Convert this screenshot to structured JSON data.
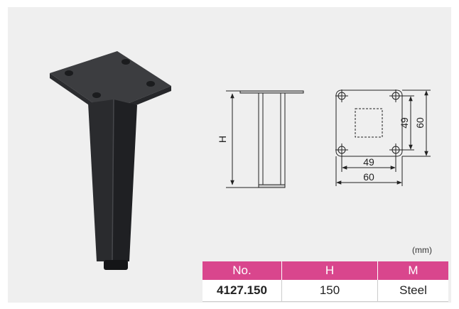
{
  "drawing": {
    "height_label": "H",
    "inner_spacing": "49",
    "outer_size": "60"
  },
  "unit_note": "(mm)",
  "spec_table": {
    "headers": [
      "No.",
      "H",
      "M"
    ],
    "row": {
      "no": "4127.150",
      "h": "150",
      "m": "Steel"
    }
  },
  "colors": {
    "accent": "#d9468d",
    "panel_background": "#efefef"
  }
}
